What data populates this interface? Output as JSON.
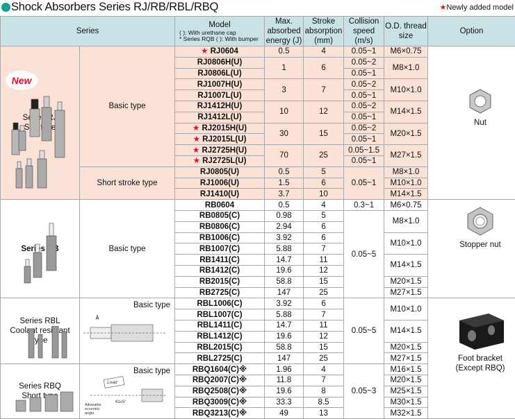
{
  "title": "Shock Absorbers Series RJ/RB/RBL/RBQ",
  "new_note": "Newly added model",
  "new_star": "★",
  "header": {
    "series": "Series",
    "model": "Model",
    "model_note1": "( ): With urethane cap",
    "model_note2": "* Series RQB ( ): With bumper",
    "energy": "Max. absorbed energy (J)",
    "stroke": "Stroke absorption (mm)",
    "speed": "Collision speed (m/s)",
    "thread": "O.D. thread size",
    "option": "Option"
  },
  "groups": {
    "rj_title": "Series RJ",
    "rj_sub": "Soft type",
    "rj_new": "New",
    "rj_basic": "Basic type",
    "rj_short": "Short stroke type",
    "rb_title": "Series RB",
    "rb_basic": "Basic type",
    "rbl_title": "Series RBL",
    "rbl_sub1": "Coolant resistant",
    "rbl_sub2": "type",
    "rbl_basic": "Basic type",
    "rbq_title": "Series RBQ",
    "rbq_sub": "Short type",
    "rbq_basic": "Basic type",
    "rbq_load": "Load",
    "rbq_angle": "θ1≤5°",
    "rbq_allow1": "Allowable",
    "rbq_allow2": "eccentric",
    "rbq_allow3": "angle"
  },
  "options": {
    "nut": "Nut",
    "stopper_nut": "Stopper nut",
    "foot_bracket": "Foot bracket",
    "foot_bracket_note": "(Except RBQ)"
  },
  "values": {
    "rj0604": [
      "★",
      "RJ0604",
      "0.5",
      "4",
      "0.05~1",
      "M6×0.75"
    ],
    "rj0806h": "RJ0806H(U)",
    "rj0806l": "RJ0806L(U)",
    "rj0806_e": "1",
    "rj0806_s": "6",
    "rj0806_vh": "0.05~2",
    "rj0806_vl": "0.05~1",
    "rj0806_t": "M8×1.0",
    "rj1007h": "RJ1007H(U)",
    "rj1007l": "RJ1007L(U)",
    "rj1007_e": "3",
    "rj1007_s": "7",
    "rj1007_vh": "0.05~2",
    "rj1007_vl": "0.05~1",
    "rj1007_t": "M10×1.0",
    "rj1412h": "RJ1412H(U)",
    "rj1412l": "RJ1412L(U)",
    "rj1412_e": "10",
    "rj1412_s": "12",
    "rj1412_vh": "0.05~2",
    "rj1412_vl": "0.05~1",
    "rj1412_t": "M14×1.5",
    "rj2015h": "RJ2015H(U)",
    "rj2015l": "RJ2015L(U)",
    "rj2015_e": "30",
    "rj2015_s": "15",
    "rj2015_vh": "0.05~2",
    "rj2015_vl": "0.05~1",
    "rj2015_t": "M20×1.5",
    "rj2725h": "RJ2725H(U)",
    "rj2725l": "RJ2725L(U)",
    "rj2725_e": "70",
    "rj2725_s": "25",
    "rj2725_vh": "0.05~1.5",
    "rj2725_vl": "0.05~1",
    "rj2725_t": "M27×1.5",
    "rj_short_speed": "0.05~1",
    "rj_short_rows": [
      [
        "RJ0805(U)",
        "0.5",
        "5",
        "M8×1.0"
      ],
      [
        "RJ1006(U)",
        "1.5",
        "6",
        "M10×1.0"
      ],
      [
        "RJ1410(U)",
        "3.7",
        "10",
        "M14×1.5"
      ]
    ],
    "rb0604": [
      "RB0604",
      "0.5",
      "4",
      "0.3~1",
      "M6×0.75"
    ],
    "rb_speed": "0.05~5",
    "rb_rows": [
      [
        "RB0805(C)",
        "0.98",
        "5"
      ],
      [
        "RB0806(C)",
        "2.94",
        "6"
      ],
      [
        "RB1006(C)",
        "3.92",
        "6"
      ],
      [
        "RB1007(C)",
        "5.88",
        "7"
      ],
      [
        "RB1411(C)",
        "14.7",
        "11"
      ],
      [
        "RB1412(C)",
        "19.6",
        "12"
      ],
      [
        "RB2015(C)",
        "58.8",
        "15"
      ],
      [
        "RB2725(C)",
        "147",
        "25"
      ]
    ],
    "rb_threads": [
      "M8×1.0",
      "M10×1.0",
      "M14×1.5",
      "M20×1.5",
      "M27×1.5"
    ],
    "rbl_speed": "0.05~5",
    "rbl_rows": [
      [
        "RBL1006(C)",
        "3.92",
        "6"
      ],
      [
        "RBL1007(C)",
        "5.88",
        "7"
      ],
      [
        "RBL1411(C)",
        "14.7",
        "11"
      ],
      [
        "RBL1412(C)",
        "19.6",
        "12"
      ],
      [
        "RBL2015(C)",
        "58.8",
        "15"
      ],
      [
        "RBL2725(C)",
        "147",
        "25"
      ]
    ],
    "rbl_threads": [
      "M10×1.0",
      "M14×1.5",
      "M20×1.5",
      "M27×1.5"
    ],
    "rbq_speed": "0.05~3",
    "rbq_rows": [
      [
        "RBQ1604(C)※",
        "1.96",
        "4",
        "M16×1.5"
      ],
      [
        "RBQ2007(C)※",
        "11.8",
        "7",
        "M20×1.5"
      ],
      [
        "RBQ2508(C)※",
        "19.6",
        "8",
        "M25×1.5"
      ],
      [
        "RBQ3009(C)※",
        "33.3",
        "8.5",
        "M30×1.5"
      ],
      [
        "RBQ3213(C)※",
        "49",
        "13",
        "M32×1.5"
      ]
    ]
  },
  "colors": {
    "header_bg": "#c9e2e6",
    "rj_bg": "#fbe2d6",
    "accent": "#0fa08f",
    "star": "#e0102a"
  }
}
